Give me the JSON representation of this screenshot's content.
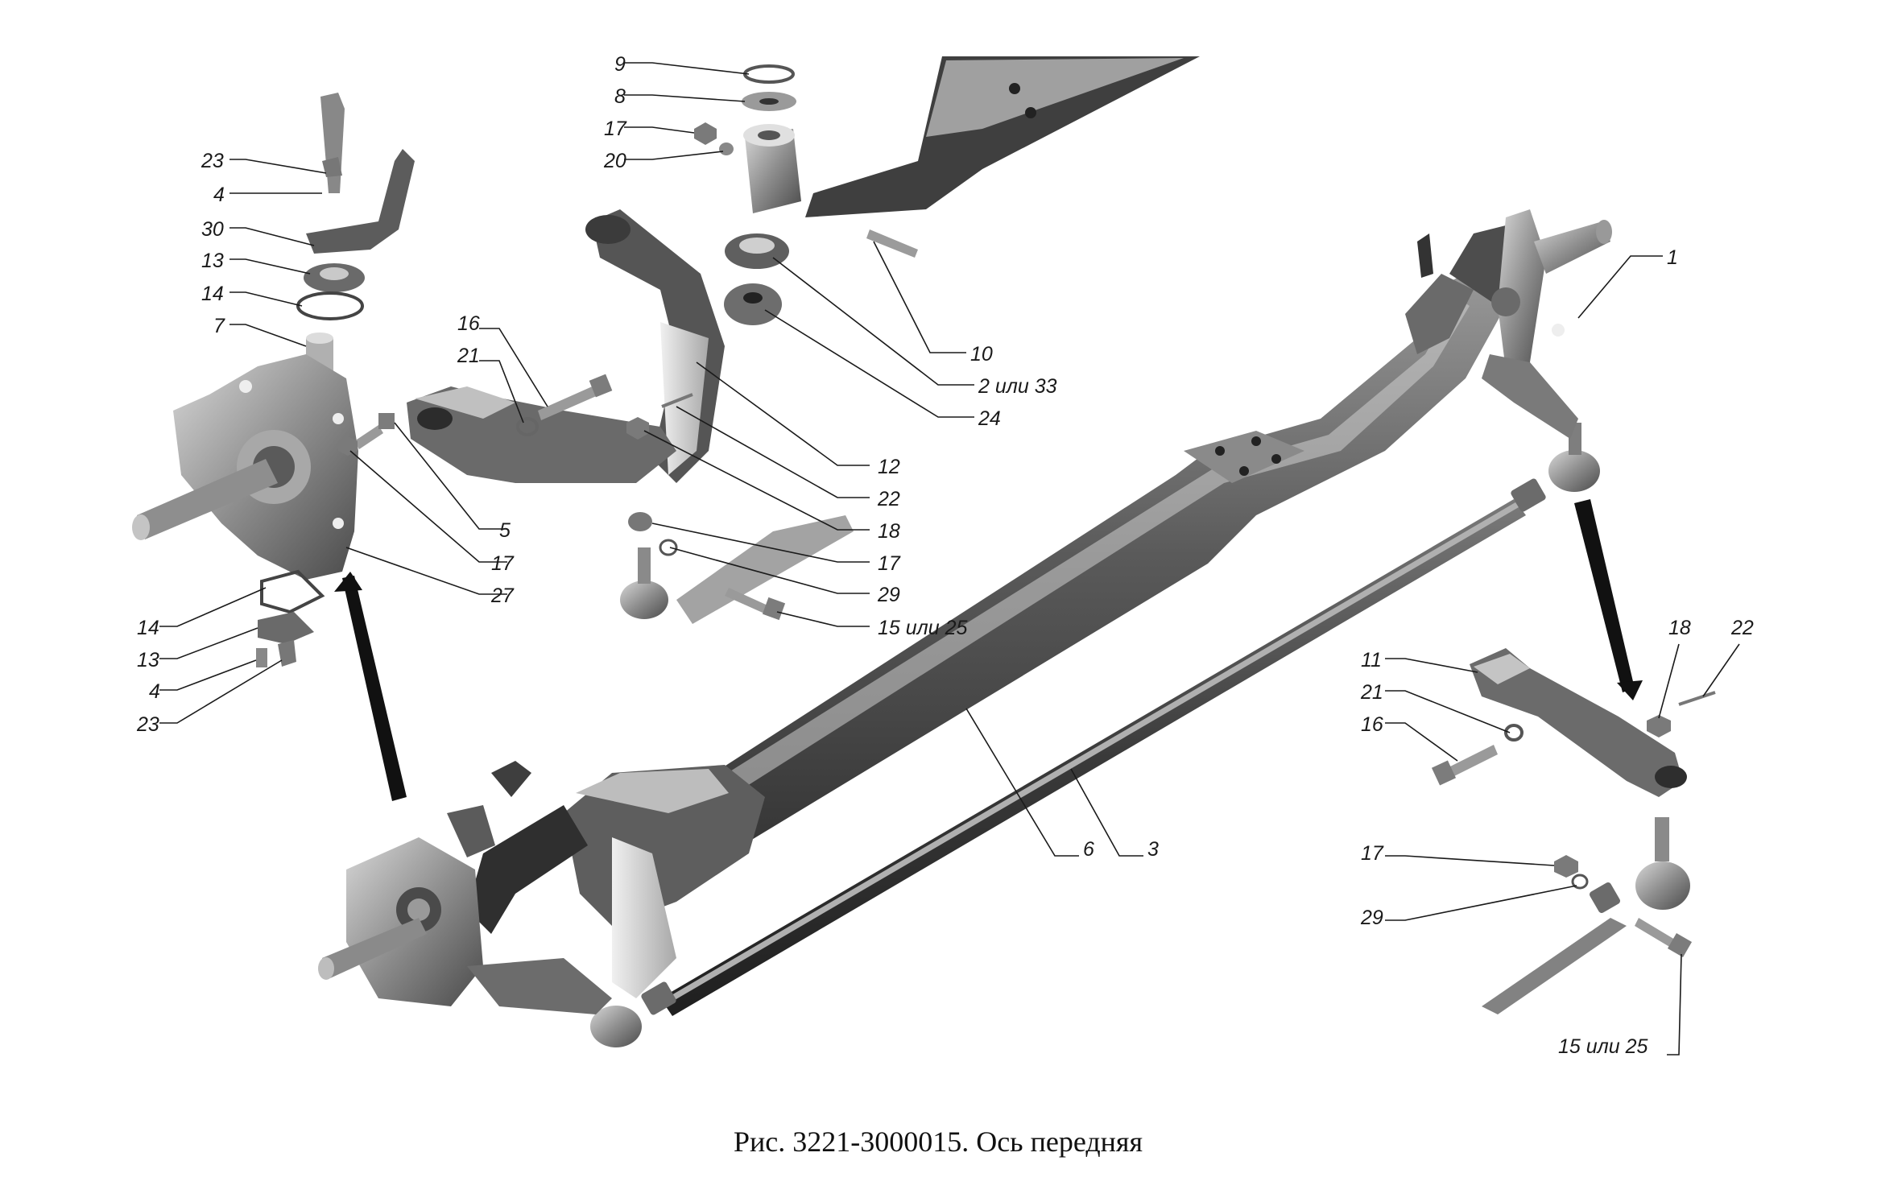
{
  "caption": "Рис. 3221-3000015. Ось передняя",
  "colors": {
    "metal_dark": "#3b3b3b",
    "metal_mid": "#6e6e6e",
    "metal_light": "#b9b9b9",
    "metal_hi": "#e6e6e6",
    "arrow": "#111111",
    "background": "#ffffff"
  },
  "labels": {
    "l1": "1",
    "l2_33": "2 или 33",
    "l3": "3",
    "l4_a": "4",
    "l4_b": "4",
    "l5": "5",
    "l6": "6",
    "l7": "7",
    "l8": "8",
    "l9": "9",
    "l10": "10",
    "l11": "11",
    "l12": "12",
    "l13_a": "13",
    "l13_b": "13",
    "l14_a": "14",
    "l14_b": "14",
    "l15_a": "15 или 25",
    "l15_b": "15 или 25",
    "l16_a": "16",
    "l16_b": "16",
    "l17_a": "17",
    "l17_b": "17",
    "l17_c": "17",
    "l17_d": "17",
    "l18_a": "18",
    "l18_b": "18",
    "l20": "20",
    "l21_a": "21",
    "l21_b": "21",
    "l22_a": "22",
    "l22_b": "22",
    "l23_a": "23",
    "l23_b": "23",
    "l24": "24",
    "l27": "27",
    "l29_a": "29",
    "l29_b": "29",
    "l30": "30"
  }
}
